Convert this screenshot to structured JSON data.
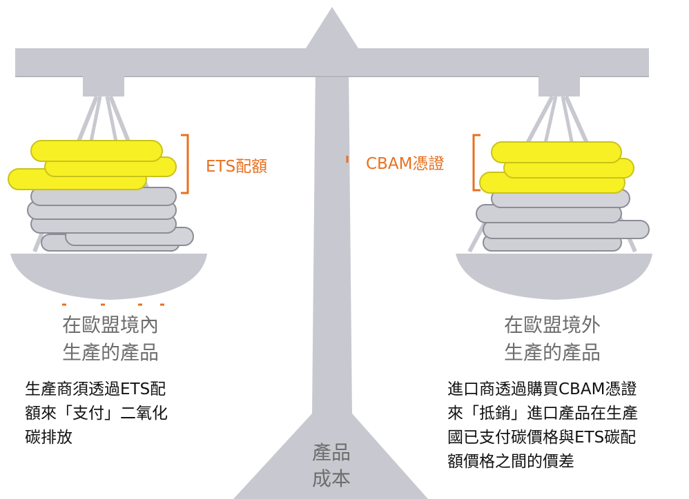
{
  "left_pan": {
    "bracket_label": "ETS配額",
    "title_line1": "在歐盟境內",
    "title_line2": "生產的產品",
    "desc_line1": "生產商須透過ETS配",
    "desc_line2": "額來「支付」二氧化",
    "desc_line3": "碳排放"
  },
  "right_pan": {
    "bracket_label": "CBAM憑證",
    "title_line1": "在歐盟境外",
    "title_line2": "生產的產品",
    "desc_line1": "進口商透過購買CBAM憑證",
    "desc_line2": "來「抵銷」進口產品在生產",
    "desc_line3": "國已支付碳價格與ETS碳配",
    "desc_line4": "額價格之間的價差"
  },
  "fulcrum": {
    "line1": "產品",
    "line2": "成本"
  },
  "colors": {
    "scale_grey": "#c8c8d0",
    "coin_yellow": "#f7f025",
    "coin_grey": "#cfcfd6",
    "bracket_orange": "#e8701e"
  }
}
